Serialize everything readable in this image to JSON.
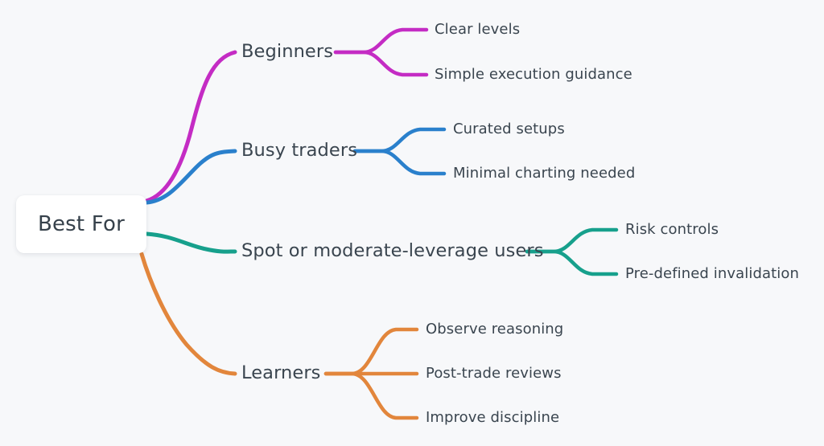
{
  "diagram": {
    "type": "mindmap",
    "background_color": "#f7f8fa",
    "text_color": "#3a454f",
    "root": {
      "label": "Best For",
      "card_background": "#ffffff"
    },
    "branches": [
      {
        "id": "beginners",
        "label": "Beginners",
        "color": "#c42cc4",
        "children": [
          {
            "label": "Clear levels"
          },
          {
            "label": "Simple execution guidance"
          }
        ]
      },
      {
        "id": "busy-traders",
        "label": "Busy traders",
        "color": "#2a80cc",
        "children": [
          {
            "label": "Curated setups"
          },
          {
            "label": "Minimal charting needed"
          }
        ]
      },
      {
        "id": "spot-or-moderate-leverage-users",
        "label": "Spot or moderate-leverage users",
        "color": "#17a08c",
        "children": [
          {
            "label": "Risk controls"
          },
          {
            "label": "Pre-defined invalidation"
          }
        ]
      },
      {
        "id": "learners",
        "label": "Learners",
        "color": "#e2863c",
        "children": [
          {
            "label": "Observe reasoning"
          },
          {
            "label": "Post-trade reviews"
          },
          {
            "label": "Improve discipline"
          }
        ]
      }
    ]
  }
}
